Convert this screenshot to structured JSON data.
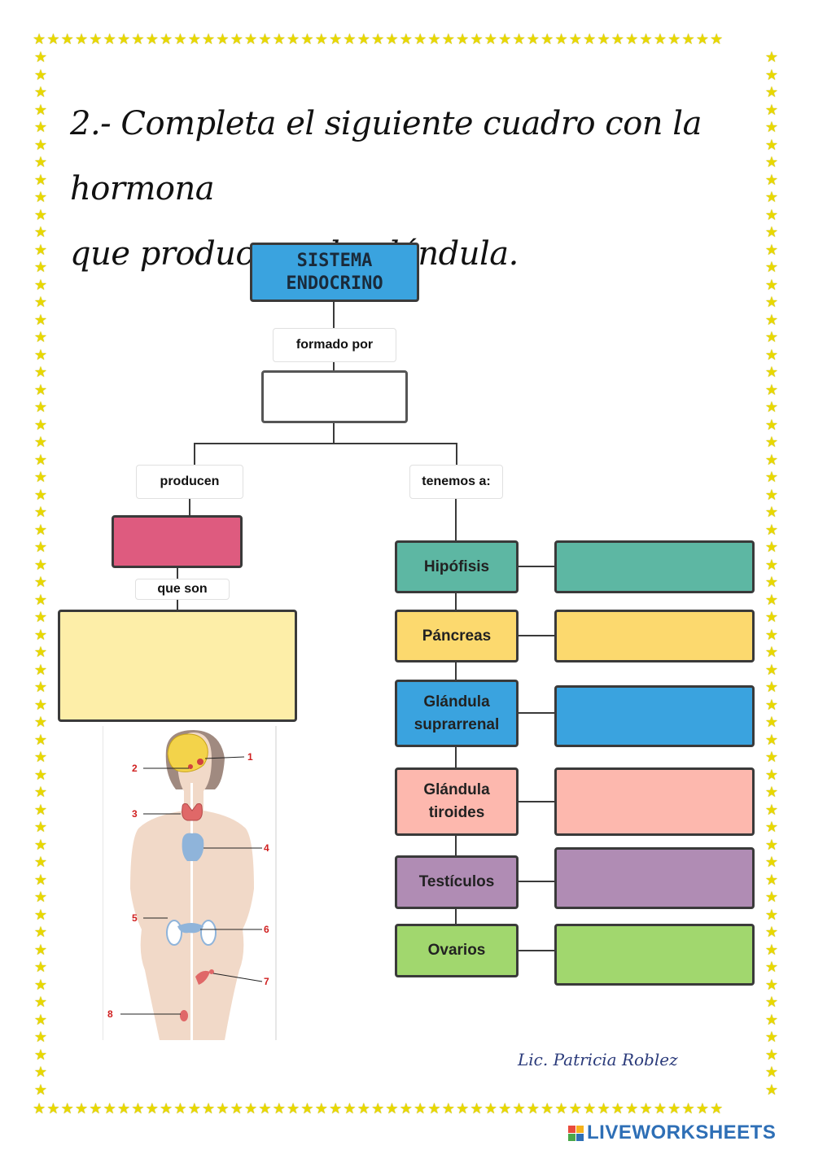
{
  "title": {
    "line1": "2.- Completa el siguiente cuadro con la hormona",
    "line2": "que produce cada glándula."
  },
  "map": {
    "root": "SISTEMA ENDOCRINO",
    "formado_por": "formado por",
    "producen": "producen",
    "tenemos": "tenemos a:",
    "que_son": "que son",
    "glands": [
      {
        "label": "Hipófisis",
        "color": "#5db7a3"
      },
      {
        "label": "Páncreas",
        "color": "#fcd96e"
      },
      {
        "label": "Glándula suprarrenal",
        "color": "#3aa3df"
      },
      {
        "label": "Glándula tiroides",
        "color": "#fdb8ae"
      },
      {
        "label": "Testículos",
        "color": "#b08cb4"
      },
      {
        "label": "Ovarios",
        "color": "#a1d76e"
      }
    ],
    "colors": {
      "root": "#3aa3df",
      "producen_box": "#de5b7f",
      "que_son_box": "#fdeea8"
    }
  },
  "figure": {
    "numbers": [
      "1",
      "2",
      "3",
      "4",
      "5",
      "6",
      "7",
      "8"
    ]
  },
  "signature": "Lic. Patricia Roblez",
  "brand": "LIVEWORKSHEETS"
}
